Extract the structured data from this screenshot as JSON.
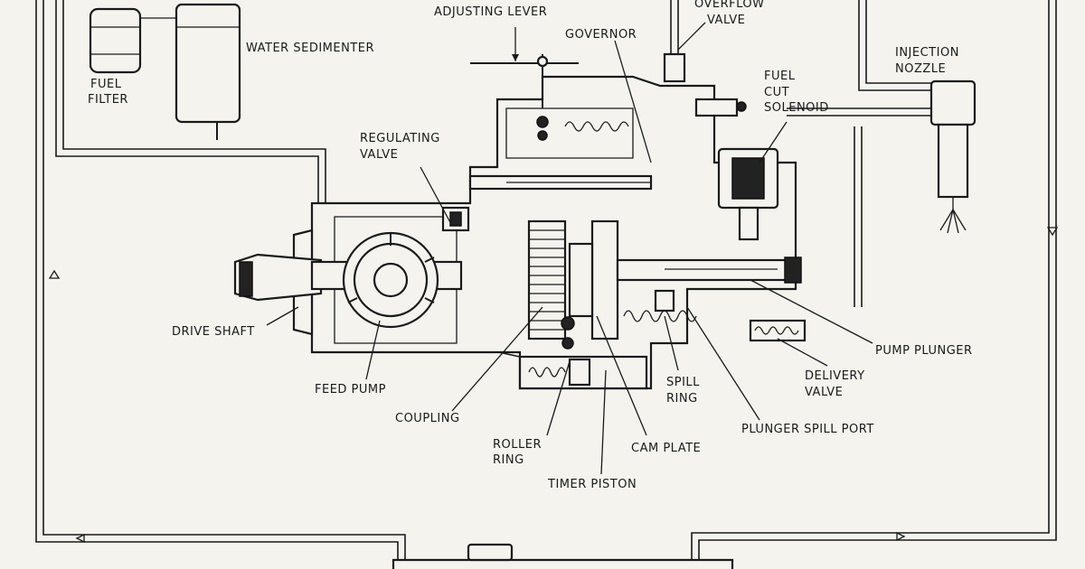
{
  "labels": {
    "adjusting_lever": "ADJUSTING LEVER",
    "overflow_valve_1": "OVERFLOW",
    "overflow_valve_2": "VALVE",
    "governor": "GOVERNOR",
    "water_sedimenter": "WATER SEDIMENTER",
    "fuel_filter_1": "FUEL",
    "fuel_filter_2": "FILTER",
    "injection_nozzle_1": "INJECTION",
    "injection_nozzle_2": "NOZZLE",
    "fuel_cut_solenoid_1": "FUEL",
    "fuel_cut_solenoid_2": "CUT",
    "fuel_cut_solenoid_3": "SOLENOID",
    "regulating_valve_1": "REGULATING",
    "regulating_valve_2": "VALVE",
    "drive_shaft": "DRIVE SHAFT",
    "feed_pump": "FEED PUMP",
    "coupling": "COUPLING",
    "roller_ring_1": "ROLLER",
    "roller_ring_2": "RING",
    "cam_plate": "CAM PLATE",
    "timer_piston": "TIMER PISTON",
    "spill_ring_1": "SPILL",
    "spill_ring_2": "RING",
    "plunger_spill_port": "PLUNGER SPILL PORT",
    "delivery_valve_1": "DELIVERY",
    "delivery_valve_2": "VALVE",
    "pump_plunger": "PUMP PLUNGER"
  },
  "colors": {
    "ink": "#1a1a1a",
    "paper": "#f4f3ee"
  }
}
